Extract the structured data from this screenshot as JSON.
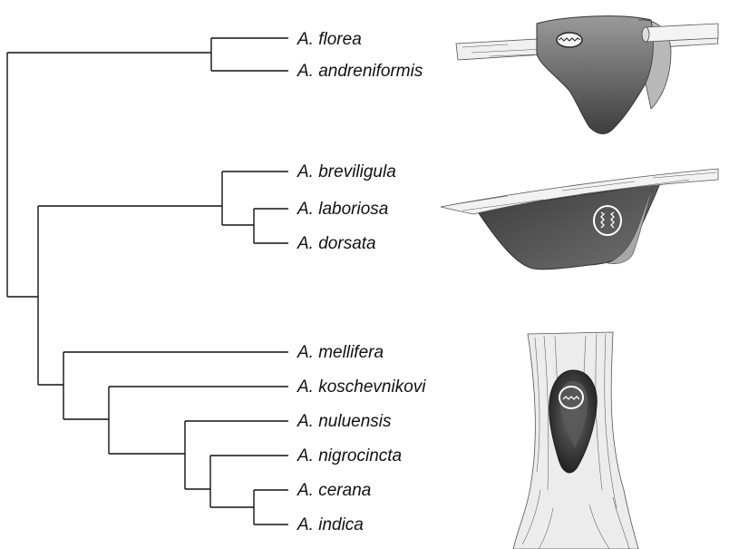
{
  "taxa": [
    "A. florea",
    "A. andreniformis",
    "A. breviligula",
    "A. laboriosa",
    "A. dorsata",
    "A. mellifera",
    "A. koschevnikovi",
    "A. nuluensis",
    "A. nigrocincta",
    "A. cerana",
    "A. indica"
  ],
  "colors": {
    "branch": "#111111",
    "comb_dark": "#4a4a4a",
    "comb_mid": "#8a8a8a",
    "comb_light": "#c8c8c8",
    "branch_wood": "#f2f2f2"
  },
  "illustrations": [
    "open-nest-small-comb-on-twig",
    "open-nest-large-comb-under-branch",
    "cavity-nest-in-tree-trunk"
  ]
}
